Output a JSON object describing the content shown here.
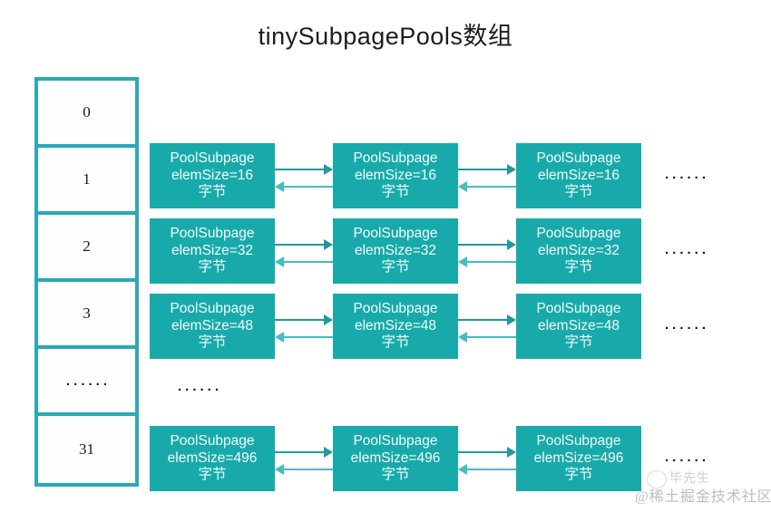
{
  "diagram": {
    "title": "tinySubpagePools数组",
    "ellipsis": "......",
    "colors": {
      "node_fill": "#18aaab",
      "array_border": "#2ba9b5",
      "arrow_forward": "#1f9aa2",
      "arrow_backward": "#46bcc4",
      "node_text": "#f2fbfb",
      "background": "#ffffff"
    },
    "array": {
      "name": "tinySubpagePools",
      "cells": [
        {
          "index": "0",
          "is_ellipsis": false
        },
        {
          "index": "1",
          "is_ellipsis": false
        },
        {
          "index": "2",
          "is_ellipsis": false
        },
        {
          "index": "3",
          "is_ellipsis": false
        },
        {
          "index": "......",
          "is_ellipsis": true
        },
        {
          "index": "31",
          "is_ellipsis": false
        }
      ]
    },
    "chains": [
      {
        "array_index": "1",
        "elem_size_label": "elemSize=16",
        "nodes": [
          {
            "title": "PoolSubpage",
            "size": "elemSize=16",
            "unit": "字节"
          },
          {
            "title": "PoolSubpage",
            "size": "elemSize=16",
            "unit": "字节"
          },
          {
            "title": "PoolSubpage",
            "size": "elemSize=16",
            "unit": "字节"
          }
        ],
        "trailing": "......"
      },
      {
        "array_index": "2",
        "elem_size_label": "elemSize=32",
        "nodes": [
          {
            "title": "PoolSubpage",
            "size": "elemSize=32",
            "unit": "字节"
          },
          {
            "title": "PoolSubpage",
            "size": "elemSize=32",
            "unit": "字节"
          },
          {
            "title": "PoolSubpage",
            "size": "elemSize=32",
            "unit": "字节"
          }
        ],
        "trailing": "......"
      },
      {
        "array_index": "3",
        "elem_size_label": "elemSize=48",
        "nodes": [
          {
            "title": "PoolSubpage",
            "size": "elemSize=48",
            "unit": "字节"
          },
          {
            "title": "PoolSubpage",
            "size": "elemSize=48",
            "unit": "字节"
          },
          {
            "title": "PoolSubpage",
            "size": "elemSize=48",
            "unit": "字节"
          }
        ],
        "trailing": "......"
      },
      {
        "array_index": "31",
        "elem_size_label": "elemSize=496",
        "nodes": [
          {
            "title": "PoolSubpage",
            "size": "elemSize=496",
            "unit": "字节"
          },
          {
            "title": "PoolSubpage",
            "size": "elemSize=496",
            "unit": "字节"
          },
          {
            "title": "PoolSubpage",
            "size": "elemSize=496",
            "unit": "字节"
          }
        ],
        "trailing": "......"
      }
    ],
    "gap_ellipsis": "......",
    "watermark": {
      "primary": "@稀土掘金技术社区",
      "secondary": "毕先生"
    }
  }
}
